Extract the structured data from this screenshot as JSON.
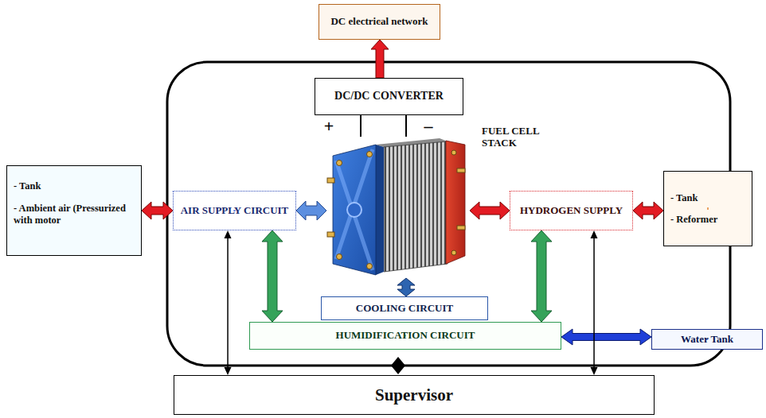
{
  "diagram": {
    "nodes": [
      {
        "text": [
          "DC electrical network"
        ]
      },
      {
        "text": [
          "DC/DC CONVERTER"
        ]
      },
      {
        "text": [
          "- Tank",
          "- Ambient air (Pressurized with motor"
        ]
      },
      {
        "text": [
          "AIR SUPPLY CIRCUIT"
        ]
      },
      {
        "text": [
          "FUEL CELL STACK"
        ]
      },
      {
        "text": [
          "HYDROGEN SUPPLY"
        ]
      },
      {
        "text": [
          "- Tank",
          "- Reformer"
        ]
      },
      {
        "text": [
          "COOLING CIRCUIT"
        ]
      },
      {
        "text": [
          "HUMIDIFICATION CIRCUIT"
        ]
      },
      {
        "text": [
          "Water Tank"
        ]
      },
      {
        "text": [
          "Supervisor"
        ]
      }
    ],
    "edges": [
      {
        "from": 1,
        "to": 0,
        "arrow": "to"
      },
      {
        "from": 4,
        "to": 1,
        "arrow": "none",
        "label": "+"
      },
      {
        "from": 4,
        "to": 1,
        "arrow": "none",
        "label": "–"
      },
      {
        "from": 3,
        "to": 2,
        "arrow": "both"
      },
      {
        "from": 3,
        "to": 4,
        "arrow": "both"
      },
      {
        "from": 4,
        "to": 5,
        "arrow": "both"
      },
      {
        "from": 5,
        "to": 6,
        "arrow": "both"
      },
      {
        "from": 4,
        "to": 7,
        "arrow": "both"
      },
      {
        "from": 3,
        "to": 8,
        "arrow": "both"
      },
      {
        "from": 5,
        "to": 8,
        "arrow": "both"
      },
      {
        "from": 8,
        "to": 9,
        "arrow": "both"
      },
      {
        "from": 3,
        "to": 10,
        "arrow": "both"
      },
      {
        "from": 5,
        "to": 10,
        "arrow": "both"
      }
    ]
  }
}
